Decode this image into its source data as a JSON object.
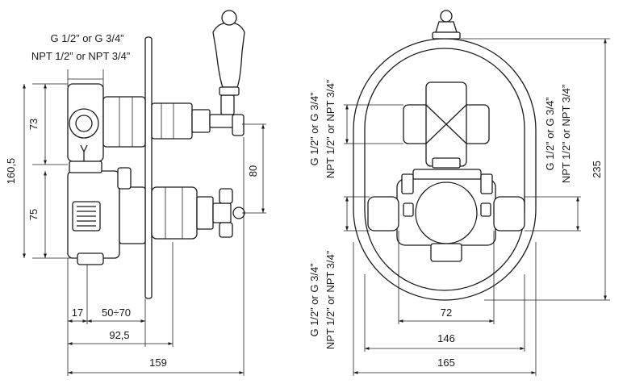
{
  "side_view": {
    "thread_label_line1": "G 1/2” or G 3/4”",
    "thread_label_line2": "NPT 1/2” or NPT 3/4”",
    "dim_73": "73",
    "dim_160_5": "160,5",
    "dim_75": "75",
    "dim_80": "80",
    "dim_17": "17",
    "dim_50_70": "50÷70",
    "dim_92_5": "92,5",
    "dim_159": "159"
  },
  "front_view": {
    "thread_top_line1": "G 1/2” or G 3/4”",
    "thread_top_line2": "NPT 1/2” or NPT 3/4”",
    "thread_bottom_line1": "G 1/2” or G 3/4”",
    "thread_bottom_line2": "NPT 1/2” or NPT 3/4”",
    "thread_right_line1": "G 1/2” or G 3/4”",
    "thread_right_line2": "NPT 1/2” or NPT 3/4”",
    "dim_235": "235",
    "dim_72": "72",
    "dim_146": "146",
    "dim_165": "165"
  }
}
